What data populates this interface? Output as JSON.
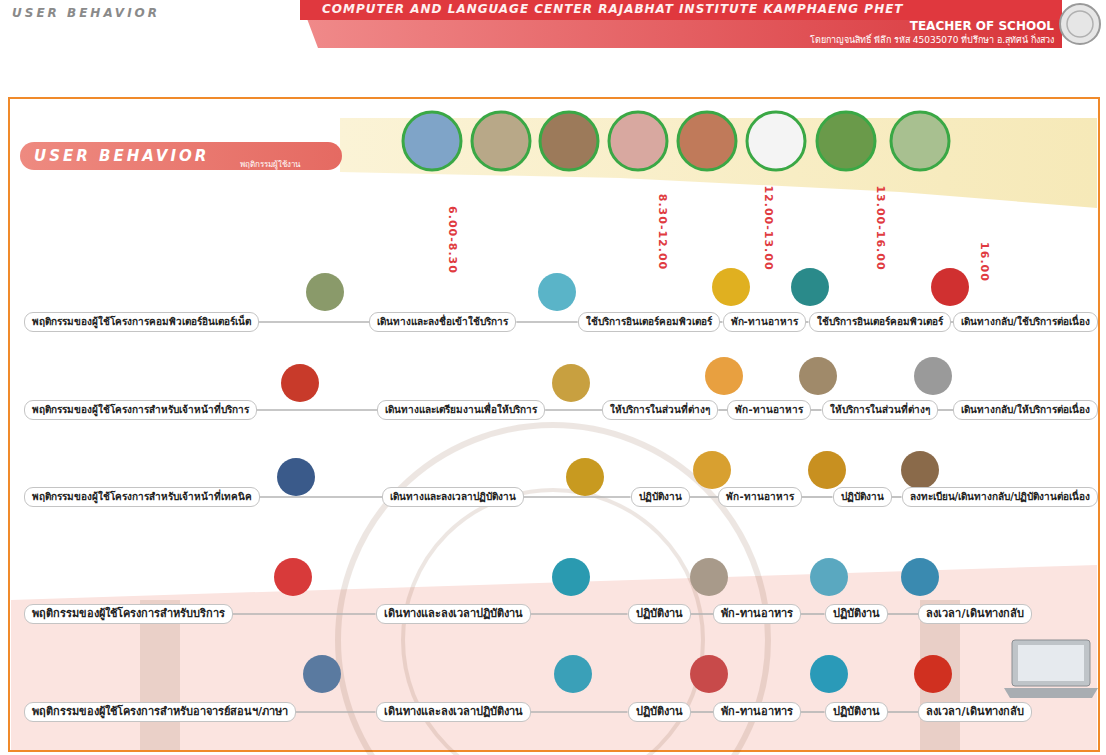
{
  "diagram": {
    "title": "USER BEHAVIOR",
    "nodes": [
      {
        "text": [
          "พฤติกรรมของผู้ใช้โครงการคอมพิวเตอร์อินเตอร์เน็ต"
        ]
      },
      {
        "text": [
          "เดินทางและลงชื่อเข้าใช้บริการ"
        ]
      },
      {
        "text": [
          "ใช้บริการอินเตอร์คอมพิวเตอร์"
        ]
      },
      {
        "text": [
          "พัก-ทานอาหาร"
        ]
      },
      {
        "text": [
          "ใช้บริการอินเตอร์คอมพิวเตอร์"
        ]
      },
      {
        "text": [
          "เดินทางกลับ/ใช้บริการต่อเนื่อง"
        ]
      },
      {
        "text": [
          "พฤติกรรมของผู้ใช้โครงการสำหรับเจ้าหน้าที่บริการ"
        ]
      },
      {
        "text": [
          "เดินทางและเตรียมงานเพื่อให้บริการ"
        ]
      },
      {
        "text": [
          "ให้บริการในส่วนที่ต่างๆ"
        ]
      },
      {
        "text": [
          "พัก-ทานอาหาร"
        ]
      },
      {
        "text": [
          "ให้บริการในส่วนที่ต่างๆ"
        ]
      },
      {
        "text": [
          "เดินทางกลับ/ให้บริการต่อเนื่อง"
        ]
      },
      {
        "text": [
          "พฤติกรรมของผู้ใช้โครงการสำหรับเจ้าหน้าที่เทคนิค"
        ]
      },
      {
        "text": [
          "เดินทางและลงเวลาปฏิบัติงาน"
        ]
      },
      {
        "text": [
          "ปฏิบัติงาน"
        ]
      },
      {
        "text": [
          "พัก-ทานอาหาร"
        ]
      },
      {
        "text": [
          "ปฏิบัติงาน"
        ]
      },
      {
        "text": [
          "ลงทะเบียน/เดินทางกลับ/ปฏิบัติงานต่อเนื่อง"
        ]
      },
      {
        "text": [
          "พฤติกรรมของผู้ใช้โครงการสำหรับบริการ"
        ]
      },
      {
        "text": [
          "เดินทางและลงเวลาปฏิบัติงาน"
        ]
      },
      {
        "text": [
          "ปฏิบัติงาน"
        ]
      },
      {
        "text": [
          "พัก-ทานอาหาร"
        ]
      },
      {
        "text": [
          "ปฏิบัติงาน"
        ]
      },
      {
        "text": [
          "ลงเวลา/เดินทางกลับ"
        ]
      },
      {
        "text": [
          "พฤติกรรมของผู้ใช้โครงการสำหรับอาจารย์สอนฯ/ภาษา"
        ]
      },
      {
        "text": [
          "เดินทางและลงเวลาปฏิบัติงาน"
        ]
      },
      {
        "text": [
          "ปฏิบัติงาน"
        ]
      },
      {
        "text": [
          "พัก-ทานอาหาร"
        ]
      },
      {
        "text": [
          "ปฏิบัติงาน"
        ]
      },
      {
        "text": [
          "ลงเวลา/เดินทางกลับ"
        ]
      }
    ],
    "edges": [
      {
        "from": 0,
        "to": 1,
        "arrow": "none"
      },
      {
        "from": 1,
        "to": 2,
        "arrow": "none"
      },
      {
        "from": 2,
        "to": 3,
        "arrow": "none"
      },
      {
        "from": 3,
        "to": 4,
        "arrow": "none"
      },
      {
        "from": 4,
        "to": 5,
        "arrow": "none"
      },
      {
        "from": 6,
        "to": 7,
        "arrow": "none"
      },
      {
        "from": 7,
        "to": 8,
        "arrow": "none"
      },
      {
        "from": 8,
        "to": 9,
        "arrow": "none"
      },
      {
        "from": 9,
        "to": 10,
        "arrow": "none"
      },
      {
        "from": 10,
        "to": 11,
        "arrow": "none"
      },
      {
        "from": 12,
        "to": 13,
        "arrow": "none"
      },
      {
        "from": 13,
        "to": 14,
        "arrow": "none"
      },
      {
        "from": 14,
        "to": 15,
        "arrow": "none"
      },
      {
        "from": 15,
        "to": 16,
        "arrow": "none"
      },
      {
        "from": 16,
        "to": 17,
        "arrow": "none"
      },
      {
        "from": 18,
        "to": 19,
        "arrow": "none"
      },
      {
        "from": 19,
        "to": 20,
        "arrow": "none"
      },
      {
        "from": 20,
        "to": 21,
        "arrow": "none"
      },
      {
        "from": 21,
        "to": 22,
        "arrow": "none"
      },
      {
        "from": 22,
        "to": 23,
        "arrow": "none"
      },
      {
        "from": 24,
        "to": 25,
        "arrow": "none"
      },
      {
        "from": 25,
        "to": 26,
        "arrow": "none"
      },
      {
        "from": 26,
        "to": 27,
        "arrow": "none"
      },
      {
        "from": 27,
        "to": 28,
        "arrow": "none"
      },
      {
        "from": 28,
        "to": 29,
        "arrow": "none"
      }
    ],
    "labels": [
      "USER BEHAVIOR",
      "COMPUTER AND LANGUAGE CENTER RAJABHAT INSTITUTE KAMPHAENG PHET",
      "TEACHER OF SCHOOL",
      "โดยกาญจนสิทธิ์ พีลึก รหัส 45035070 ที่ปรึกษา อ.สุทัศน์ กิ่งสวง",
      "พฤติกรรมผู้ใช้งาน",
      "6.00-8.30",
      "8.30-12.00",
      "12.00-13.00",
      "13.00-16.00",
      "16.00"
    ]
  }
}
